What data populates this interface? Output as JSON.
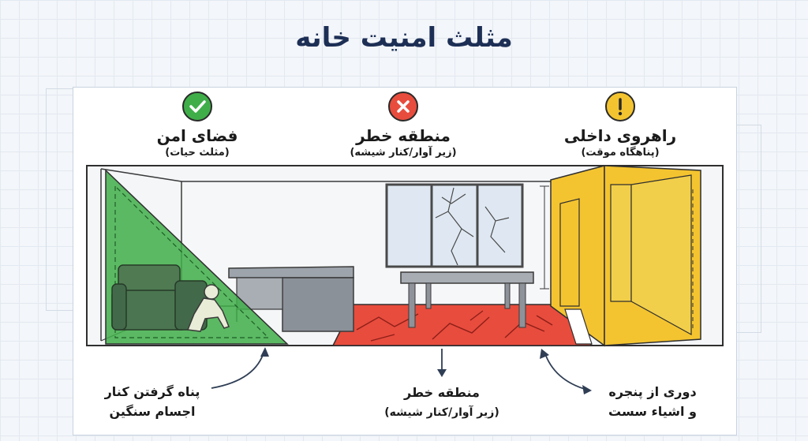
{
  "title": "مثلث امنیت خانه",
  "zones": {
    "safe": {
      "title": "فضای امن",
      "subtitle": "(مثلث حیات)",
      "icon": "check-icon",
      "color": "#3fae49"
    },
    "danger": {
      "title": "منطقه خطر",
      "subtitle": "(زیر آوار/کنار شیشه)",
      "icon": "x-icon",
      "color": "#e84c3d"
    },
    "hallway": {
      "title": "راهروی داخلی",
      "subtitle": "(پناهگاه موقت)",
      "icon": "exclamation-icon",
      "color": "#f4c430"
    }
  },
  "bottom_labels": {
    "left": {
      "line1": "پناه گرفتن کنار",
      "line2": "اجسام سنگین"
    },
    "center": {
      "line1": "منطقه خطر",
      "line2": "(زیر آوار/کنار شیشه)"
    },
    "right": {
      "line1": "دوری از پنجره",
      "line2": "و اشیاء سست"
    }
  }
}
